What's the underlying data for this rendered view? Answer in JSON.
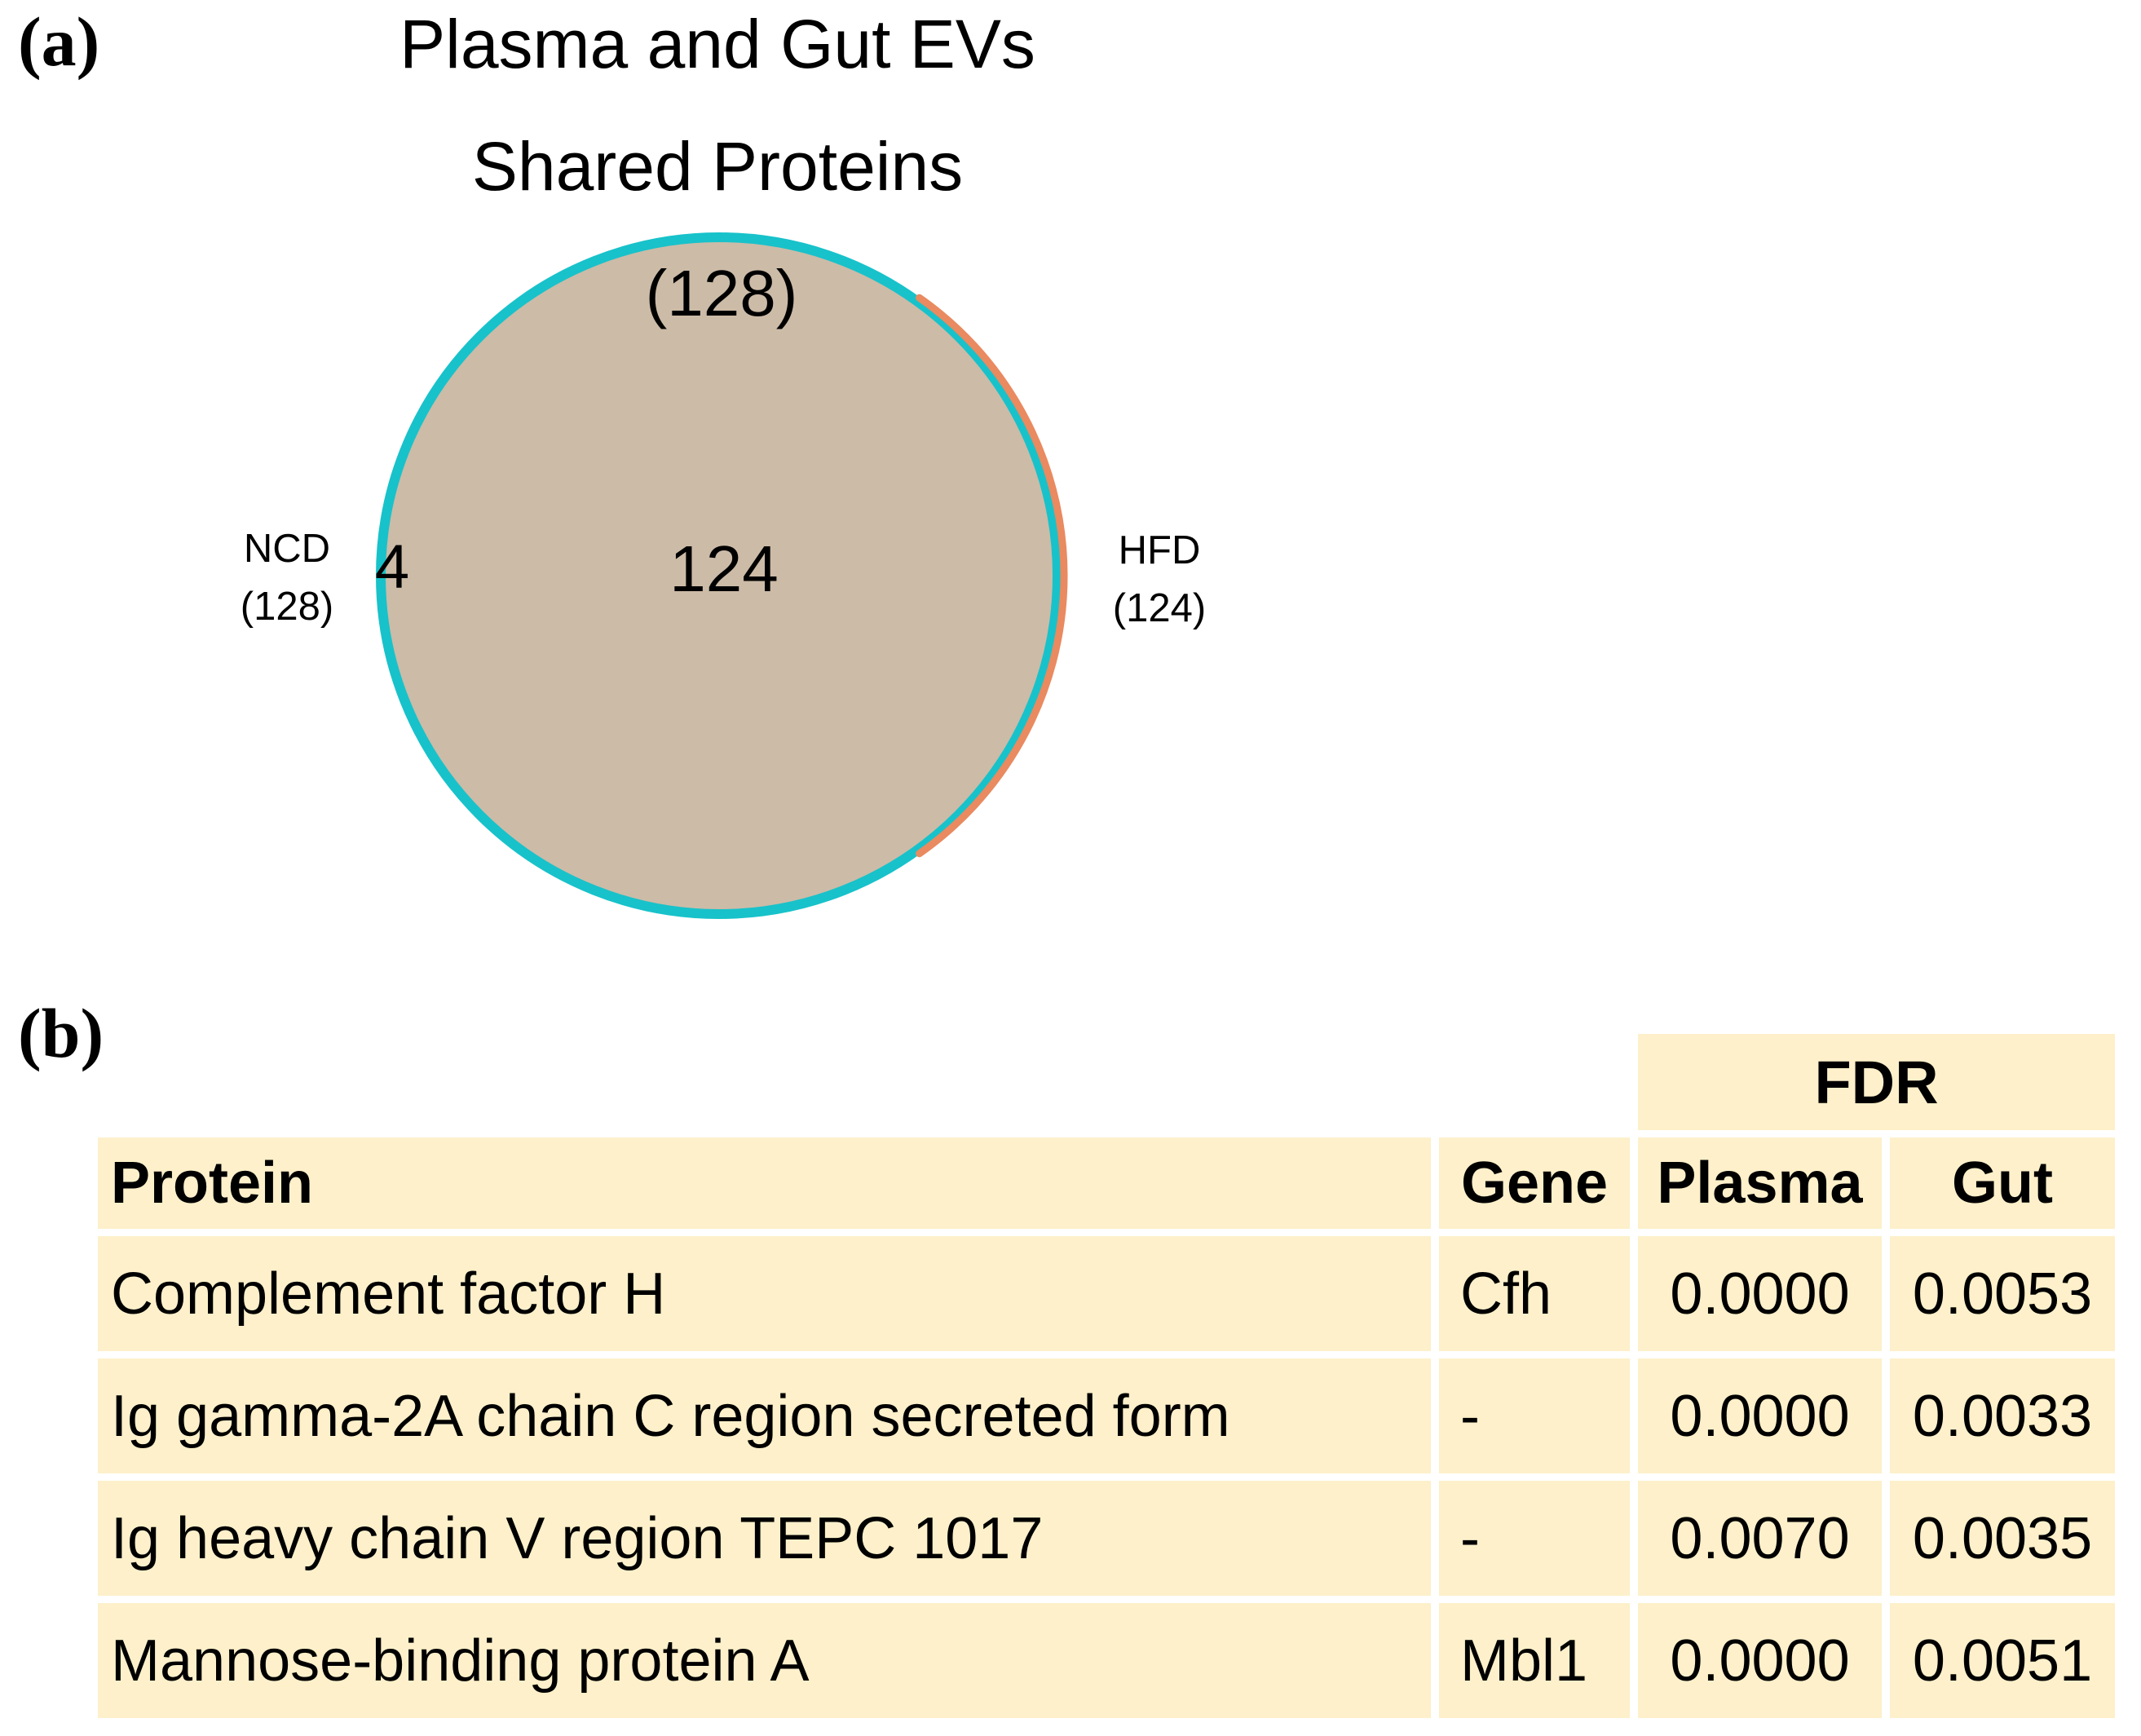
{
  "panel_a": {
    "label": "(a)",
    "title_line1": "Plasma and Gut EVs",
    "title_line2": "Shared Proteins",
    "shared_count": "(128)",
    "intersection_value": "124",
    "ncd_only_value": "4",
    "left_set": {
      "name": "NCD",
      "count": "(128)"
    },
    "right_set": {
      "name": "HFD",
      "count": "(124)"
    },
    "colors": {
      "circle_fill": "#CCBBA7",
      "ncd_edge": "#18C2CA",
      "hfd_edge": "#E98A60"
    }
  },
  "panel_b": {
    "label": "(b)",
    "table": {
      "fdr_header": "FDR",
      "columns": {
        "protein": "Protein",
        "gene": "Gene",
        "plasma": "Plasma",
        "gut": "Gut"
      },
      "cell_bg": "#FDF0CA",
      "rows": [
        {
          "protein": "Complement factor H",
          "gene": "Cfh",
          "plasma": "0.0000",
          "gut": "0.0053"
        },
        {
          "protein": "Ig gamma-2A chain C region secreted form",
          "gene": "-",
          "plasma": "0.0000",
          "gut": "0.0033"
        },
        {
          "protein": "Ig heavy chain V region TEPC 1017",
          "gene": "-",
          "plasma": "0.0070",
          "gut": "0.0035"
        },
        {
          "protein": "Mannose-binding protein A",
          "gene": "Mbl1",
          "plasma": "0.0000",
          "gut": "0.0051"
        }
      ]
    }
  },
  "chart_data": [
    {
      "type": "venn",
      "title": "Plasma and Gut EVs Shared Proteins (128)",
      "sets": [
        {
          "label": "NCD",
          "total": 128,
          "unique": 4,
          "edge_color": "#18C2CA"
        },
        {
          "label": "HFD",
          "total": 124,
          "unique": 0,
          "edge_color": "#E98A60"
        }
      ],
      "intersection": 124,
      "fill_color": "#CCBBA7",
      "legend_position": "sides"
    },
    {
      "type": "table",
      "title": "FDR",
      "columns": [
        "Protein",
        "Gene",
        "FDR Plasma",
        "FDR Gut"
      ],
      "rows": [
        [
          "Complement factor H",
          "Cfh",
          0.0,
          0.0053
        ],
        [
          "Ig gamma-2A chain C region secreted form",
          "-",
          0.0,
          0.0033
        ],
        [
          "Ig heavy chain V region TEPC 1017",
          "-",
          0.007,
          0.0035
        ],
        [
          "Mannose-binding protein A",
          "Mbl1",
          0.0,
          0.0051
        ]
      ]
    }
  ]
}
